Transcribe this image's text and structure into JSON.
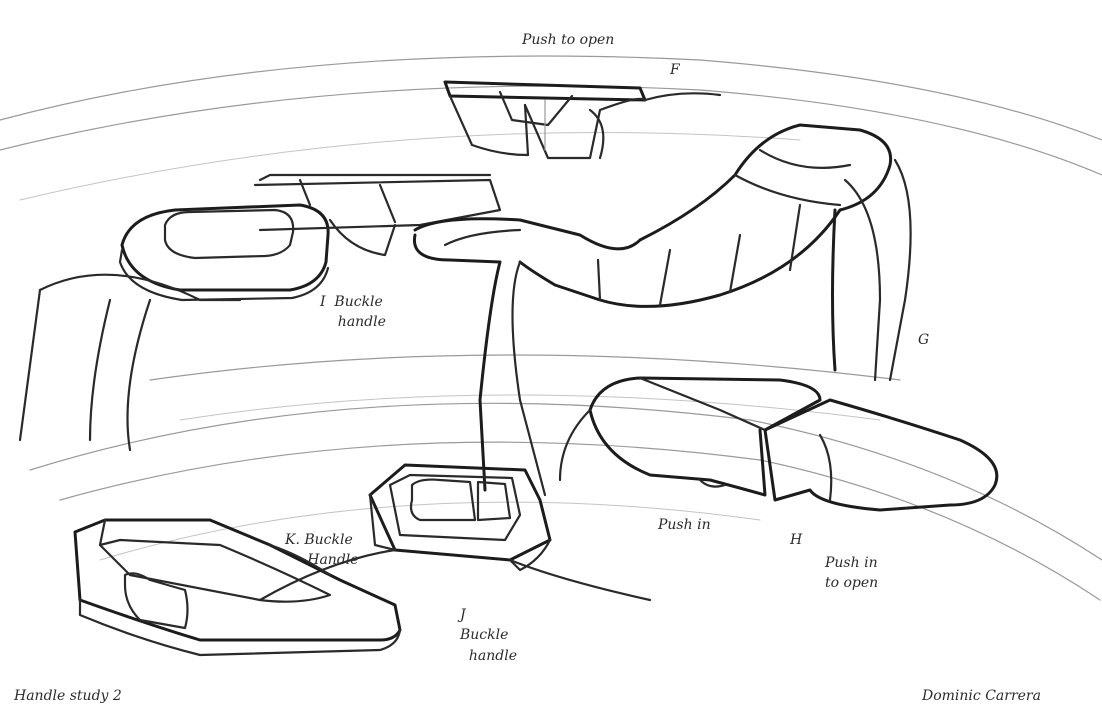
{
  "annotations": {
    "push_to_open": "Push to open",
    "f": "F",
    "g": "G",
    "i_buckle": "I  Buckle\n    handle",
    "push_in": "Push in",
    "h": "H",
    "push_in_to_open": "Push in\nto open",
    "k_buckle": "K. Buckle\n     Handle",
    "j_buckle": "J\nBuckle\n  handle",
    "title": "Handle      study 2",
    "signature": "Dominic Carrera"
  },
  "colors": {
    "ink": "#2a2a2a",
    "paper": "#ffffff",
    "light_ink": "#9a9a9a"
  }
}
